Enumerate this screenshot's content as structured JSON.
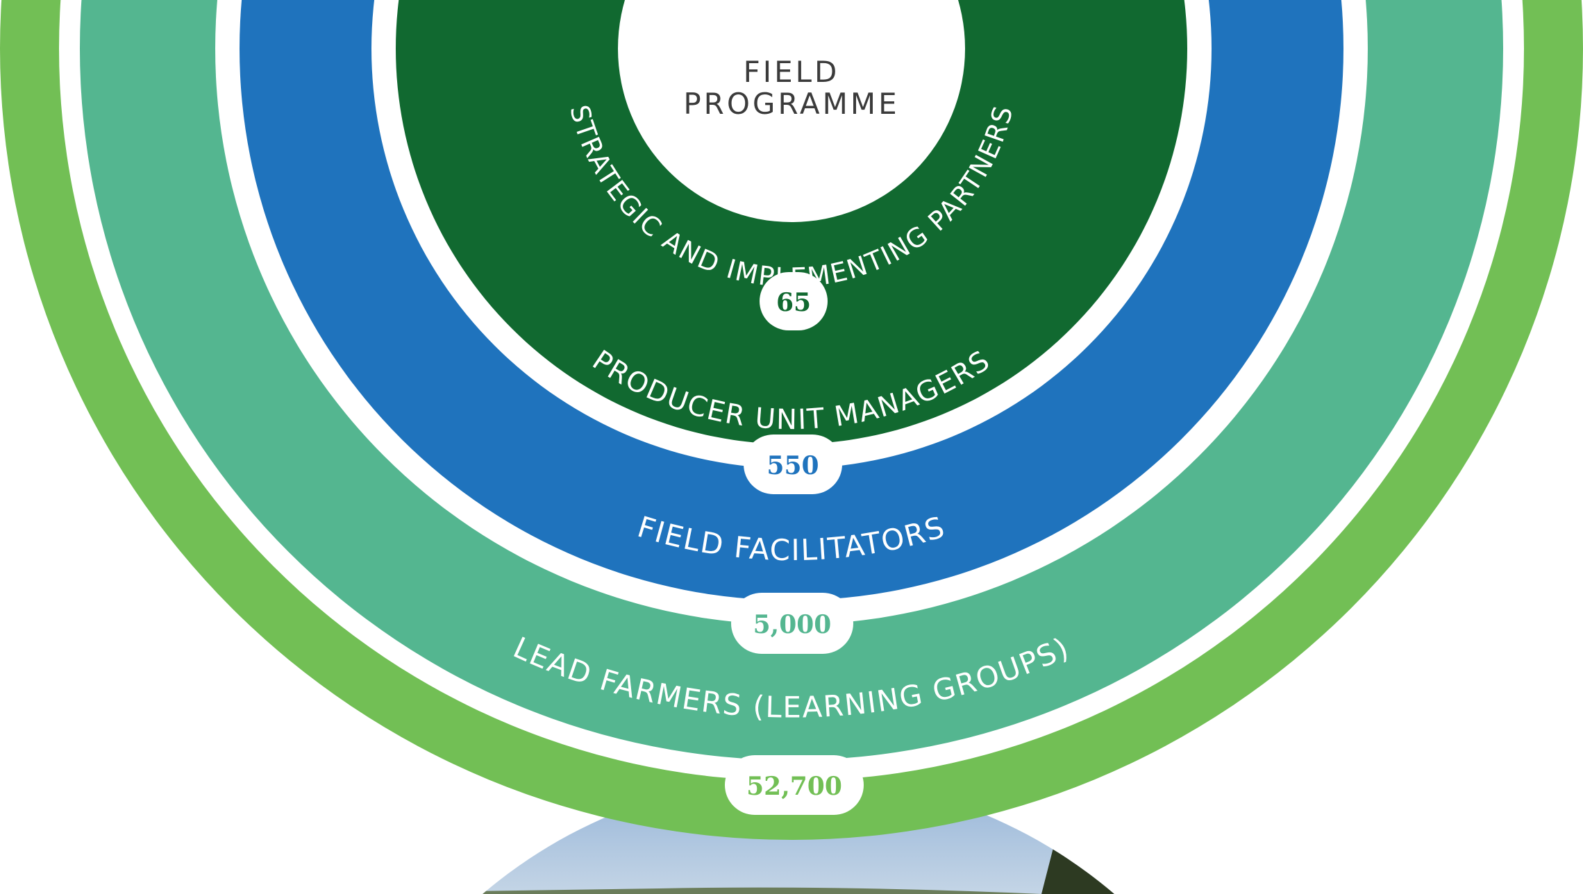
{
  "title": {
    "line1": "FIELD",
    "line2": "PROGRAMME"
  },
  "rings": [
    {
      "label": "STRATEGIC AND IMPLEMENTING PARTNERS",
      "value": "65",
      "color": "#116930"
    },
    {
      "label": "PRODUCER UNIT MANAGERS",
      "value": "550",
      "color": "#1f73bd"
    },
    {
      "label": "FIELD FACILITATORS",
      "value": "5,000",
      "color": "#54b690"
    },
    {
      "label": "LEAD FARMERS (LEARNING GROUPS)",
      "value": "52,700",
      "color": "#72bf55"
    }
  ],
  "photo": {
    "sky_color": "#a9c1dc",
    "tree_color": "#2d3a22"
  }
}
